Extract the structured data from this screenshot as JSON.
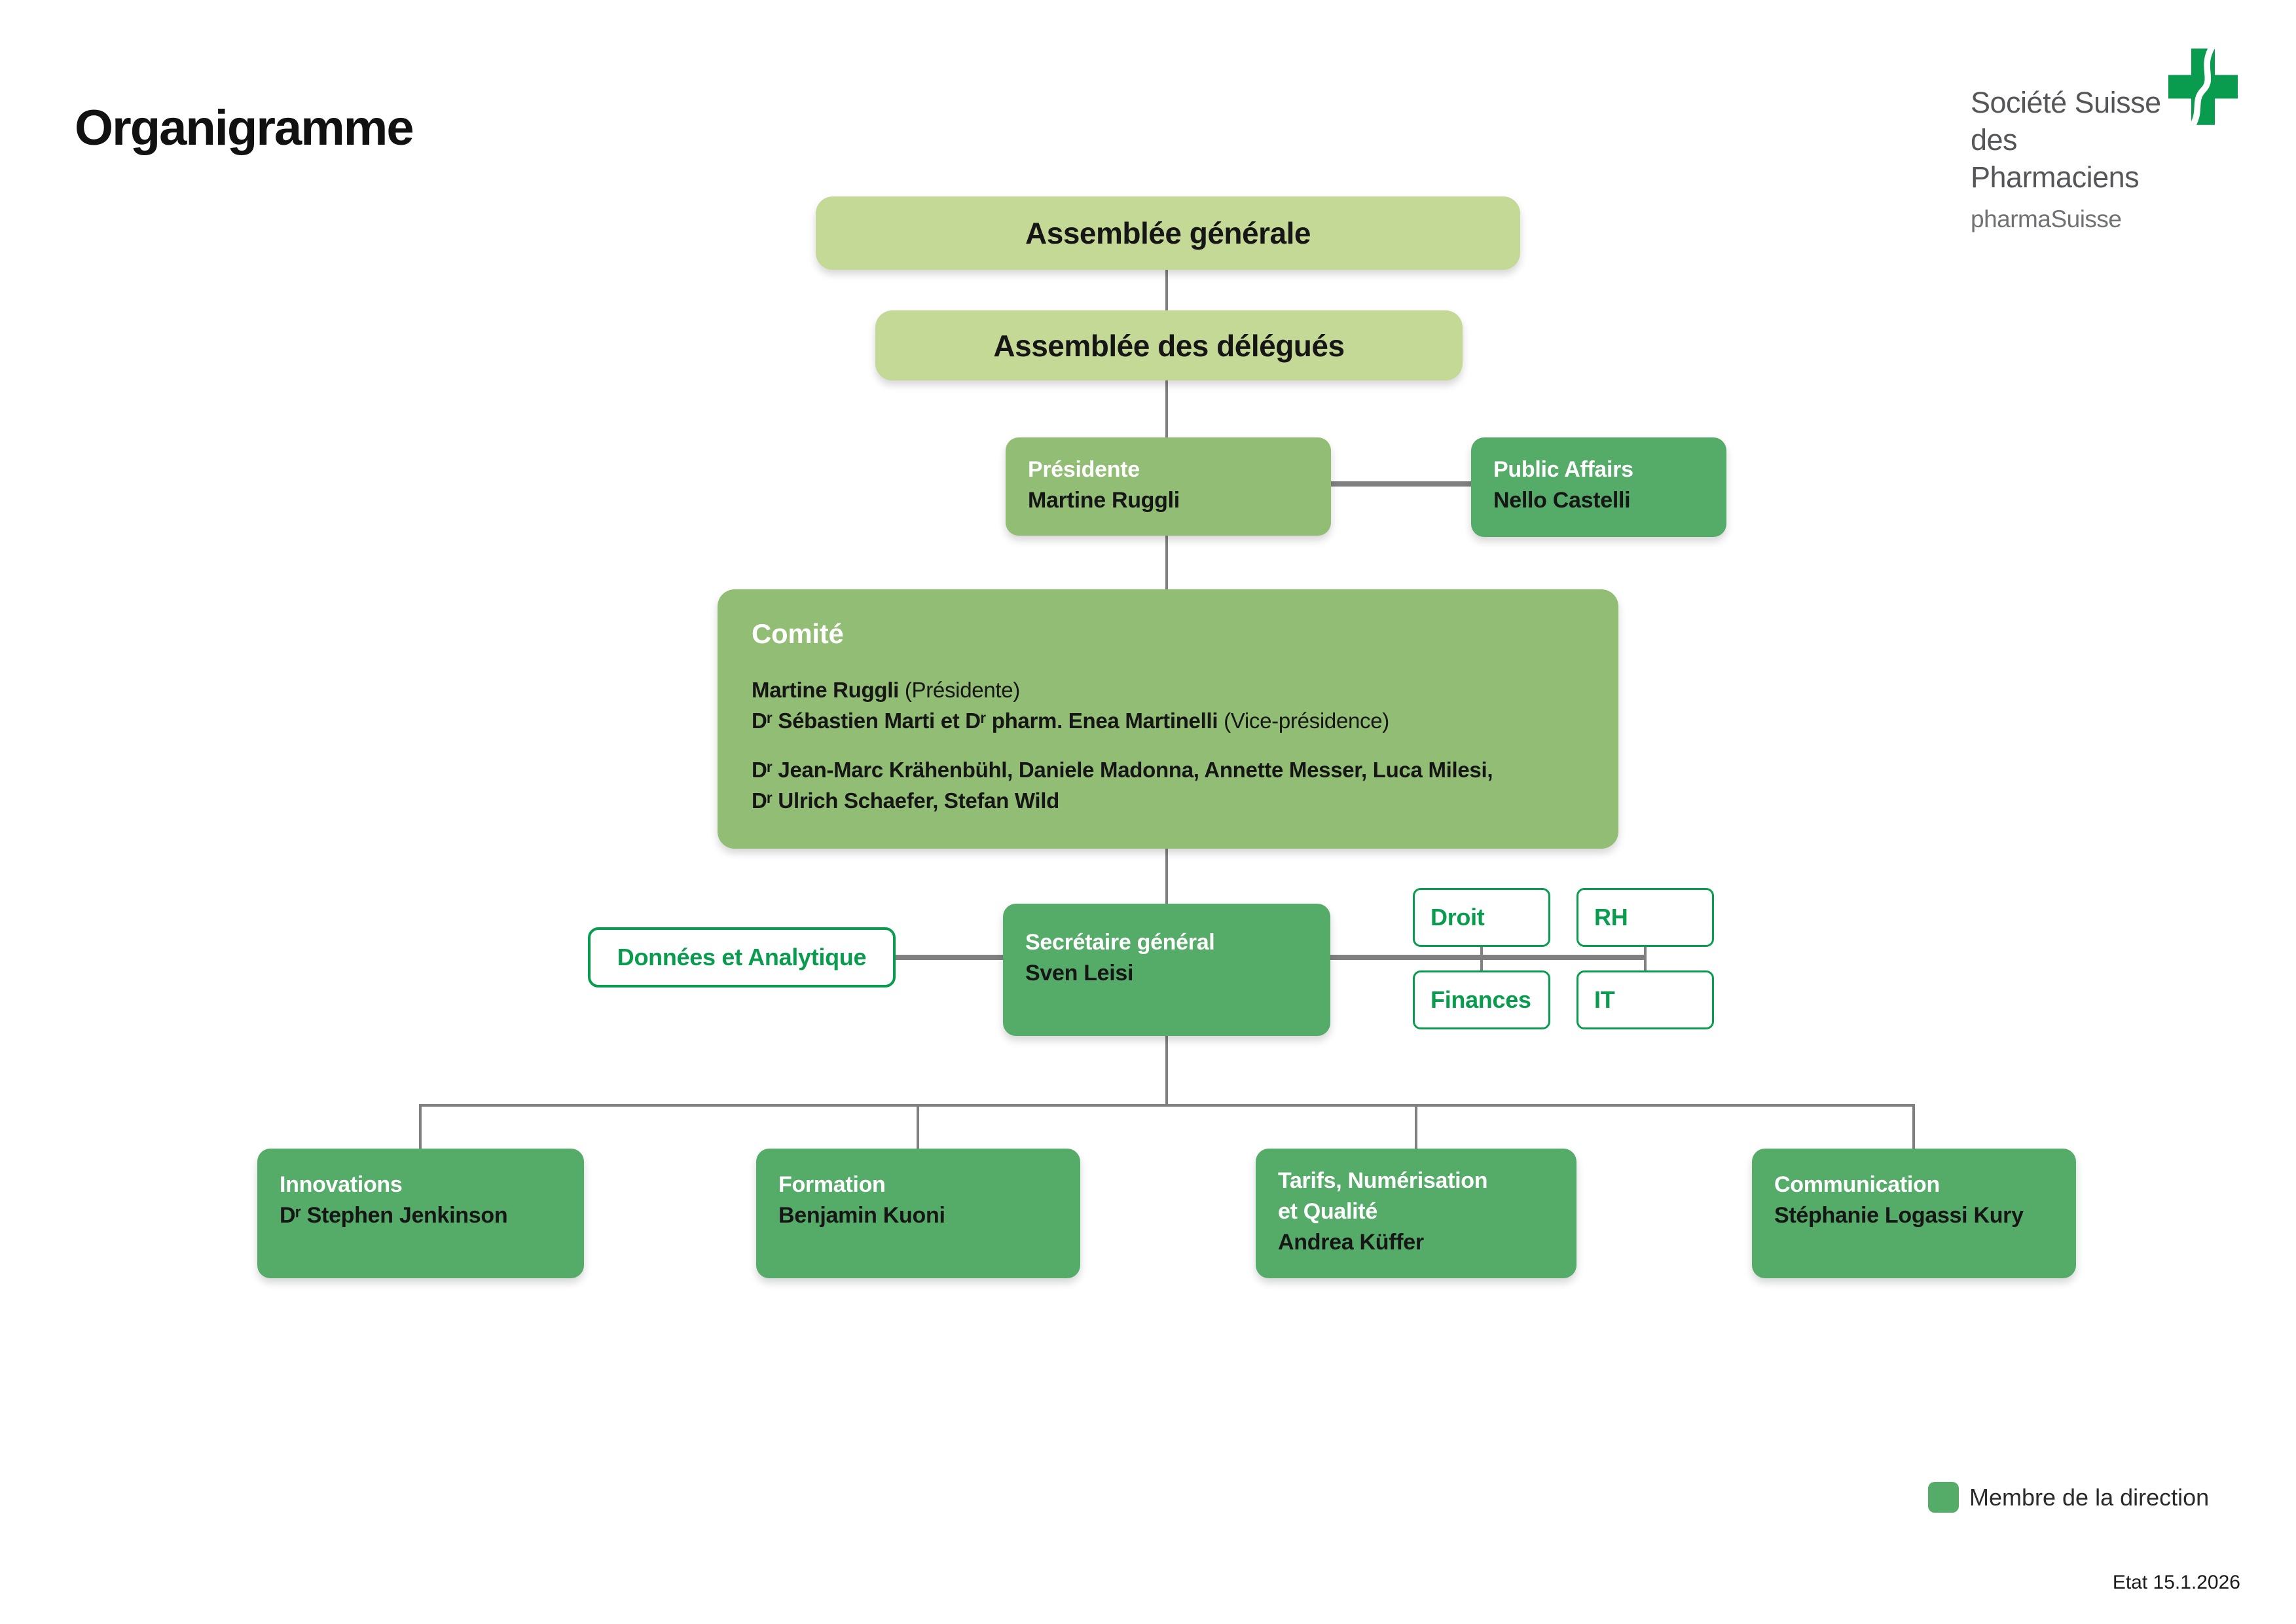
{
  "page": {
    "title": "Organigramme",
    "date_label": "Etat 15.1.2026"
  },
  "logo": {
    "name_line1": "Société Suisse",
    "name_line2": "des Pharmaciens",
    "brand": "pharmaSuisse"
  },
  "legend": {
    "label": "Membre de la direction",
    "swatch_meaning": "direction-member-green"
  },
  "colors": {
    "light_green": "#C5D996",
    "mid_green": "#92BD74",
    "dark_green": "#55AB68",
    "accent_green": "#0A9C4E",
    "line_gray": "#808080"
  },
  "chart": {
    "assemblee_generale": {
      "label": "Assemblée générale"
    },
    "assemblee_delegues": {
      "label": "Assemblée des délégués"
    },
    "presidente": {
      "role": "Présidente",
      "name": "Martine Ruggli"
    },
    "public_affairs": {
      "role": "Public Affairs",
      "name": "Nello Castelli"
    },
    "comite": {
      "title": "Comité",
      "line1_bold": "Martine Ruggli",
      "line1_normal": " (Présidente)",
      "line2_bold": "Dʳ Sébastien Marti et Dʳ pharm. Enea Martinelli",
      "line2_normal": " (Vice-présidence)",
      "line3": "Dʳ Jean-Marc Krähenbühl, Daniele Madonna, Annette Messer, Luca Milesi,",
      "line4": "Dʳ Ulrich Schaefer, Stefan Wild"
    },
    "secretaire_general": {
      "role": "Secrétaire général",
      "name": "Sven Leisi"
    },
    "donnees_analytique": {
      "label": "Données et Analytique"
    },
    "staff_units": {
      "droit": "Droit",
      "rh": "RH",
      "finances": "Finances",
      "it": "IT"
    },
    "departments": {
      "innovations": {
        "role": "Innovations",
        "name": "Dʳ Stephen Jenkinson"
      },
      "formation": {
        "role": "Formation",
        "name": "Benjamin Kuoni"
      },
      "tarifs": {
        "role_line1": "Tarifs, Numérisation",
        "role_line2": "et Qualité",
        "name": "Andrea Küffer"
      },
      "communication": {
        "role": "Communication",
        "name": "Stéphanie Logassi Kury"
      }
    }
  }
}
